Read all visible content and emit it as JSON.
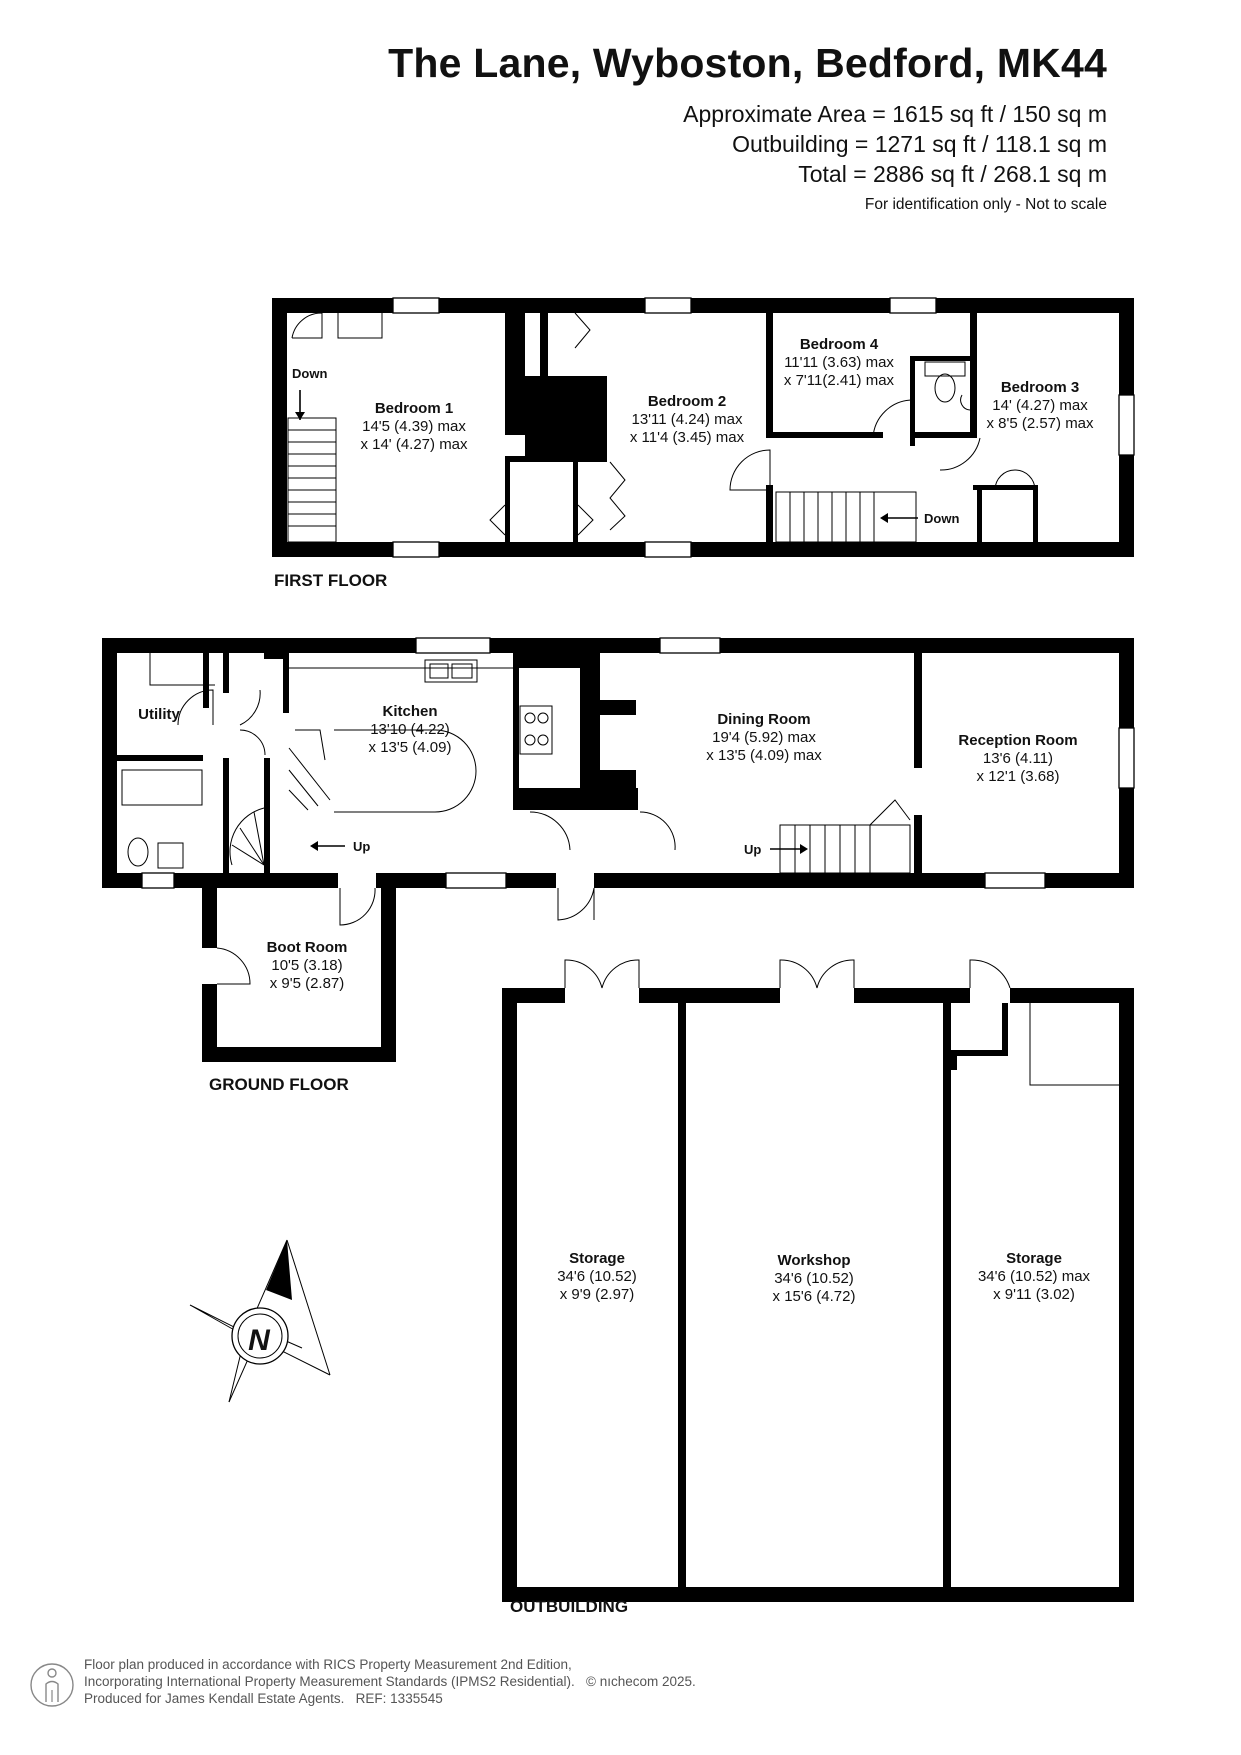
{
  "header": {
    "title": "The Lane, Wyboston, Bedford, MK44",
    "area_approx": "Approximate Area = 1615 sq ft / 150 sq m",
    "area_outbuilding": "Outbuilding = 1271 sq ft / 118.1 sq m",
    "area_total": "Total = 2886 sq ft / 268.1 sq m",
    "note": "For identification only - Not to scale"
  },
  "first_floor": {
    "label": "FIRST FLOOR",
    "bedroom1": {
      "name": "Bedroom 1",
      "dim1": "14'5 (4.39) max",
      "dim2": "x 14' (4.27) max"
    },
    "bedroom2": {
      "name": "Bedroom 2",
      "dim1": "13'11 (4.24) max",
      "dim2": "x 11'4 (3.45) max"
    },
    "bedroom4": {
      "name": "Bedroom 4",
      "dim1": "11'11 (3.63) max",
      "dim2": "x 7'11(2.41) max"
    },
    "bedroom3": {
      "name": "Bedroom 3",
      "dim1": "14' (4.27) max",
      "dim2": "x 8'5 (2.57) max"
    },
    "stairs_down_left": "Down",
    "stairs_down_right": "Down"
  },
  "ground_floor": {
    "label": "GROUND FLOOR",
    "utility": {
      "name": "Utility"
    },
    "kitchen": {
      "name": "Kitchen",
      "dim1": "13'10 (4.22)",
      "dim2": "x 13'5 (4.09)"
    },
    "dining": {
      "name": "Dining Room",
      "dim1": "19'4 (5.92) max",
      "dim2": "x 13'5 (4.09) max"
    },
    "reception": {
      "name": "Reception Room",
      "dim1": "13'6 (4.11)",
      "dim2": "x 12'1 (3.68)"
    },
    "boot": {
      "name": "Boot Room",
      "dim1": "10'5 (3.18)",
      "dim2": "x 9'5 (2.87)"
    },
    "stairs_up_left": "Up",
    "stairs_up_right": "Up"
  },
  "outbuilding": {
    "label": "OUTBUILDING",
    "storage1": {
      "name": "Storage",
      "dim1": "34'6 (10.52)",
      "dim2": "x 9'9 (2.97)"
    },
    "workshop": {
      "name": "Workshop",
      "dim1": "34'6 (10.52)",
      "dim2": "x 15'6 (4.72)"
    },
    "storage2": {
      "name": "Storage",
      "dim1": "34'6 (10.52) max",
      "dim2": "x 9'11 (3.02)"
    }
  },
  "compass": {
    "letter": "N",
    "icon": "north-arrow-icon"
  },
  "footer": {
    "line1": "Floor plan produced in accordance with RICS Property Measurement 2nd Edition,",
    "line2": "Incorporating International Property Measurement Standards (IPMS2 Residential).",
    "copyright": "© nıchecom 2025.",
    "line3": "Produced for James Kendall Estate Agents.",
    "ref": "REF:  1335545"
  },
  "colors": {
    "wall": "#000000",
    "text": "#111111",
    "footer": "#555555"
  }
}
